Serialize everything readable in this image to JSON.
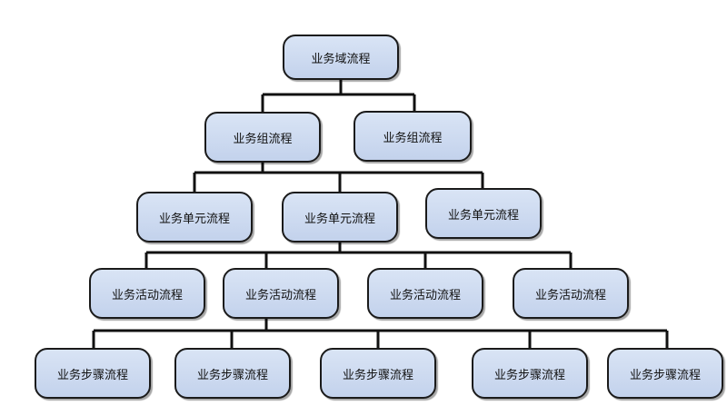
{
  "nodes": {
    "domain": "业务域流程",
    "group_1": "业务组流程",
    "group_2": "业务组流程",
    "unit_1": "业务单元流程",
    "unit_2": "业务单元流程",
    "unit_3": "业务单元流程",
    "activity_1": "业务活动流程",
    "activity_2": "业务活动流程",
    "activity_3": "业务活动流程",
    "activity_4": "业务活动流程",
    "step_1": "业务步骤流程",
    "step_2": "业务步骤流程",
    "step_3": "业务步骤流程",
    "step_4": "业务步骤流程",
    "step_5": "业务步骤流程"
  },
  "colors": {
    "node_fill": "#c9d7ef",
    "node_border": "#1a1a1a",
    "connector": "#111111"
  }
}
